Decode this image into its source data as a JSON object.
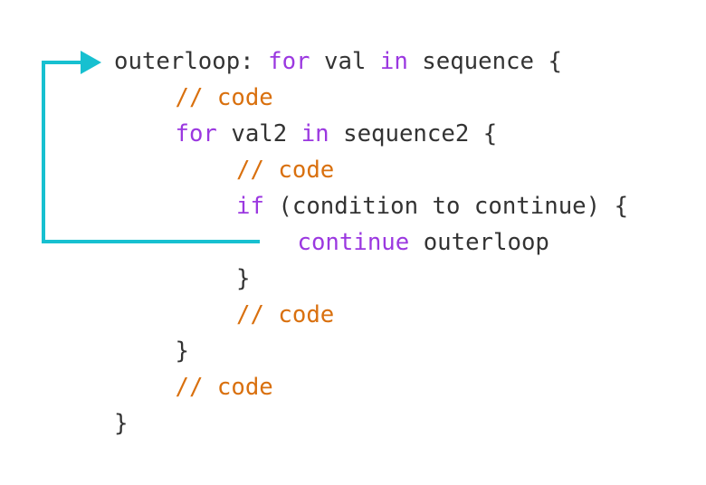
{
  "colors": {
    "text": "#333333",
    "keyword": "#9b38e0",
    "comment": "#d9700e",
    "arrow": "#17c0d0",
    "background": "#ffffff"
  },
  "arrow": {
    "icon": "arrow-right-icon"
  },
  "code_lines": [
    {
      "indent": 0,
      "tokens": [
        {
          "t": "tx",
          "v": "outerloop: "
        },
        {
          "t": "kw",
          "v": "for"
        },
        {
          "t": "tx",
          "v": " val "
        },
        {
          "t": "kw",
          "v": "in"
        },
        {
          "t": "tx",
          "v": " sequence {"
        }
      ]
    },
    {
      "indent": 1,
      "tokens": [
        {
          "t": "cm",
          "v": "// code"
        }
      ]
    },
    {
      "indent": 1,
      "tokens": [
        {
          "t": "kw",
          "v": "for"
        },
        {
          "t": "tx",
          "v": " val2 "
        },
        {
          "t": "kw",
          "v": "in"
        },
        {
          "t": "tx",
          "v": " sequence2 {"
        }
      ]
    },
    {
      "indent": 2,
      "tokens": [
        {
          "t": "cm",
          "v": "// code"
        }
      ]
    },
    {
      "indent": 2,
      "tokens": [
        {
          "t": "kw",
          "v": "if"
        },
        {
          "t": "tx",
          "v": " (condition to continue) {"
        }
      ]
    },
    {
      "indent": 3,
      "tokens": [
        {
          "t": "kw",
          "v": "continue"
        },
        {
          "t": "tx",
          "v": " outerloop"
        }
      ]
    },
    {
      "indent": 2,
      "tokens": [
        {
          "t": "tx",
          "v": "}"
        }
      ]
    },
    {
      "indent": 2,
      "tokens": [
        {
          "t": "cm",
          "v": "// code"
        }
      ]
    },
    {
      "indent": 1,
      "tokens": [
        {
          "t": "tx",
          "v": "}"
        }
      ]
    },
    {
      "indent": 1,
      "tokens": [
        {
          "t": "cm",
          "v": "// code"
        }
      ]
    },
    {
      "indent": 0,
      "tokens": [
        {
          "t": "tx",
          "v": "}"
        }
      ]
    }
  ]
}
